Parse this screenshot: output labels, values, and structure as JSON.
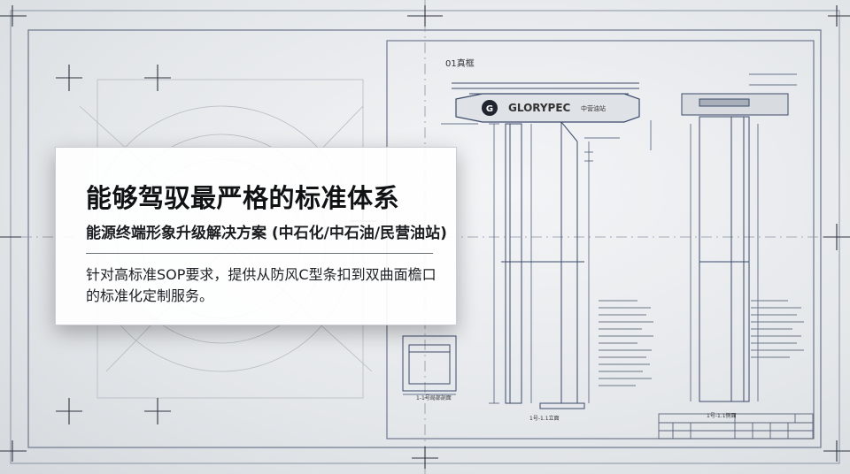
{
  "card": {
    "title": "能够驾驭最严格的标准体系",
    "subtitle": "能源终端形象升级解决方案 (中石化/中石油/民营油站)",
    "description": "针对高标准SOP要求，提供从防风C型条扣到双曲面檐口的标准化定制服务。"
  },
  "drawing": {
    "sheet_label": "01真框",
    "brand_text": "GLORYPEC",
    "station_text": "中营油站",
    "view_label_front": "1号-1.1立面",
    "view_label_side": "1号-1.1侧面",
    "view_label_detail": "1-1号局部剖面"
  },
  "colors": {
    "line": "#5a6a8a",
    "dim": "#3b4a6b",
    "frame": "#7d8698"
  }
}
